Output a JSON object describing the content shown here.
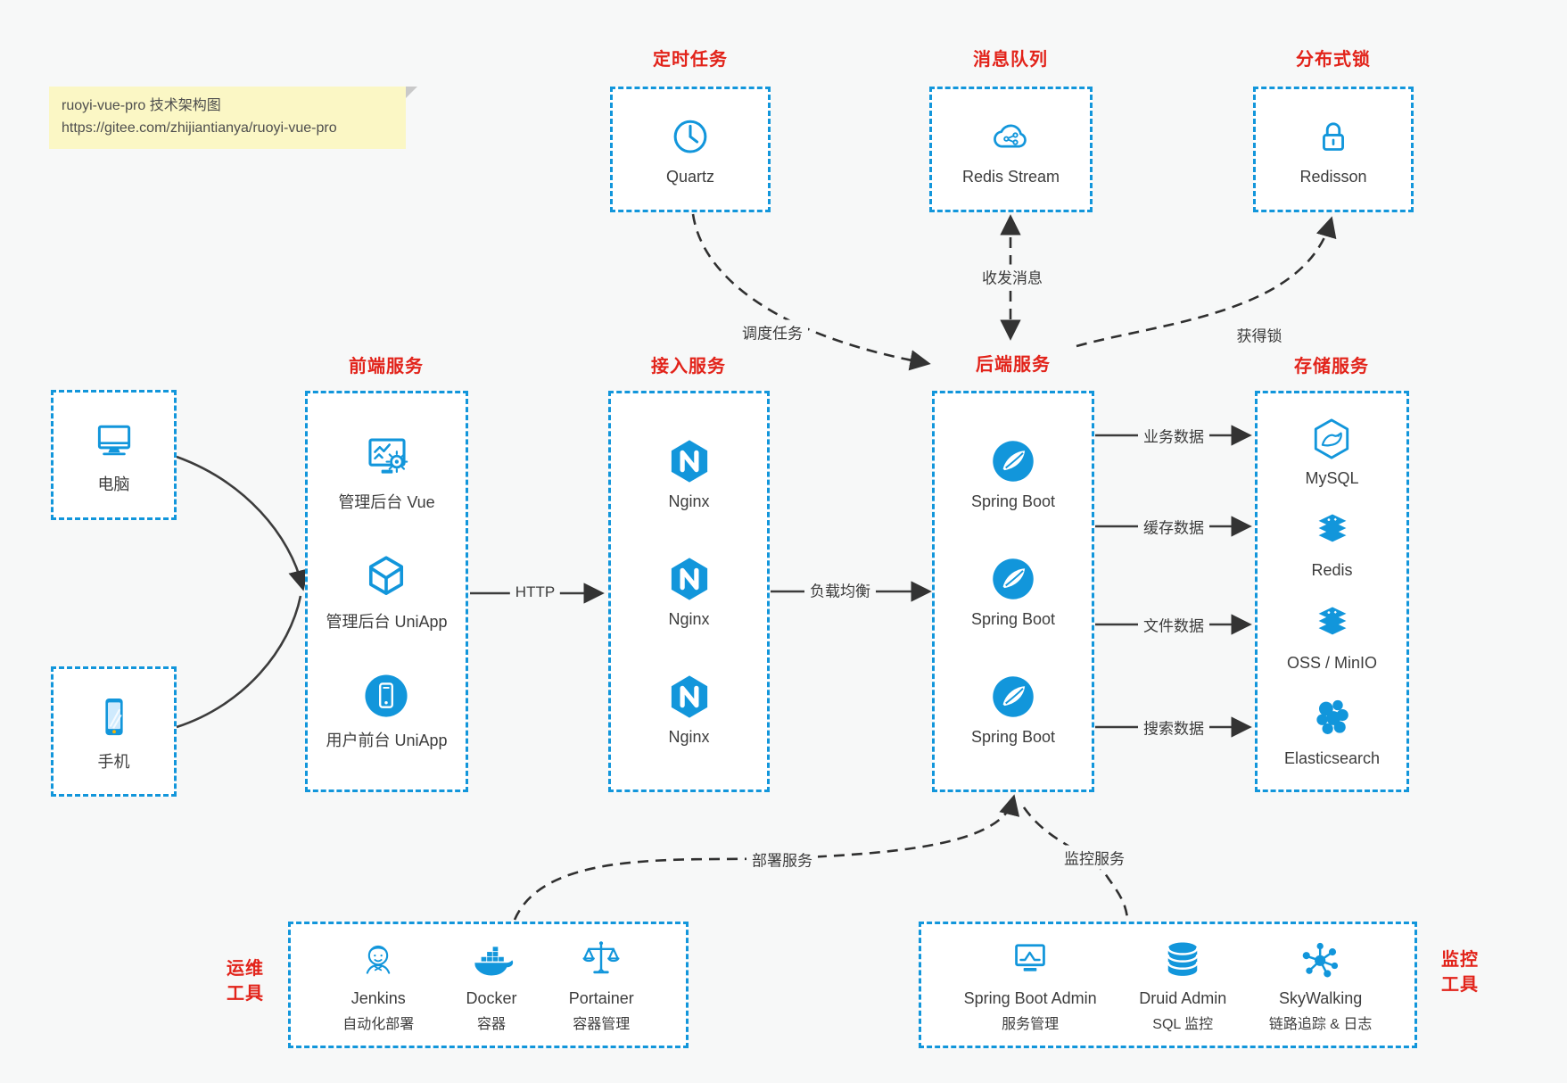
{
  "note": {
    "line1": "ruoyi-vue-pro 技术架构图",
    "line2": "https://gitee.com/zhijiantianya/ruoyi-vue-pro"
  },
  "groups": {
    "scheduler": {
      "title": "定时任务",
      "item": {
        "label": "Quartz",
        "icon": "clock-icon"
      }
    },
    "mq": {
      "title": "消息队列",
      "item": {
        "label": "Redis Stream",
        "icon": "cloud-network-icon"
      }
    },
    "lock": {
      "title": "分布式锁",
      "item": {
        "label": "Redisson",
        "icon": "lock-icon"
      }
    },
    "clients": {
      "items": [
        {
          "label": "电脑",
          "icon": "desktop-icon"
        },
        {
          "label": "手机",
          "icon": "smartphone-icon"
        }
      ]
    },
    "frontend": {
      "title": "前端服务",
      "items": [
        {
          "label": "管理后台 Vue",
          "icon": "admin-screen-gear-icon"
        },
        {
          "label": "管理后台 UniApp",
          "icon": "cube-icon"
        },
        {
          "label": "用户前台 UniApp",
          "icon": "mobile-app-icon"
        }
      ]
    },
    "gateway": {
      "title": "接入服务",
      "items": [
        {
          "label": "Nginx",
          "icon": "nginx-icon"
        },
        {
          "label": "Nginx",
          "icon": "nginx-icon"
        },
        {
          "label": "Nginx",
          "icon": "nginx-icon"
        }
      ]
    },
    "backend": {
      "title": "后端服务",
      "items": [
        {
          "label": "Spring Boot",
          "icon": "spring-icon"
        },
        {
          "label": "Spring Boot",
          "icon": "spring-icon"
        },
        {
          "label": "Spring Boot",
          "icon": "spring-icon"
        }
      ]
    },
    "storage": {
      "title": "存储服务",
      "items": [
        {
          "label": "MySQL",
          "icon": "mysql-icon"
        },
        {
          "label": "Redis",
          "icon": "redis-stack-icon"
        },
        {
          "label": "OSS / MinIO",
          "icon": "oss-stack-icon"
        },
        {
          "label": "Elasticsearch",
          "icon": "elasticsearch-icon"
        }
      ]
    },
    "ops": {
      "title_line1": "运维",
      "title_line2": "工具",
      "items": [
        {
          "name": "Jenkins",
          "desc": "自动化部署",
          "icon": "jenkins-icon"
        },
        {
          "name": "Docker",
          "desc": "容器",
          "icon": "docker-icon"
        },
        {
          "name": "Portainer",
          "desc": "容器管理",
          "icon": "scales-icon"
        }
      ]
    },
    "monitoring": {
      "title_line1": "监控",
      "title_line2": "工具",
      "items": [
        {
          "name": "Spring Boot Admin",
          "desc": "服务管理",
          "icon": "monitor-chart-icon"
        },
        {
          "name": "Druid Admin",
          "desc": "SQL 监控",
          "icon": "database-icon"
        },
        {
          "name": "SkyWalking",
          "desc": "链路追踪 & 日志",
          "icon": "topology-icon"
        }
      ]
    }
  },
  "edges": {
    "http": "HTTP",
    "load_balance": "负载均衡",
    "schedule": "调度任务",
    "messages": "收发消息",
    "acquire_lock": "获得锁",
    "business_data": "业务数据",
    "cache_data": "缓存数据",
    "file_data": "文件数据",
    "search_data": "搜索数据",
    "deploy": "部署服务",
    "monitor": "监控服务"
  },
  "colors": {
    "accent_blue": "#1296db",
    "title_red": "#e2231a",
    "arrow_dark": "#3a3a3a",
    "note_bg": "#fbf7c5"
  }
}
